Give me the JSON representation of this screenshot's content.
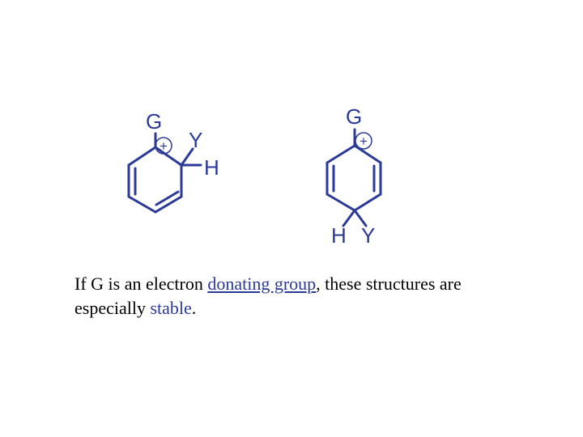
{
  "structures": {
    "left": {
      "group_label": "G",
      "charge_label": "+",
      "sub_label": "Y",
      "h_label": "H"
    },
    "right": {
      "group_label": "G",
      "charge_label": "+",
      "h_label": "H",
      "sub_label": "Y"
    }
  },
  "caption": {
    "part1": "If G is an electron ",
    "link_text": "donating group",
    "part2": ", these structures are",
    "part3": "especially ",
    "accent_text": "stable",
    "part4": "."
  },
  "colors": {
    "structure_color": "#2b3a99",
    "text_color": "#000000"
  }
}
